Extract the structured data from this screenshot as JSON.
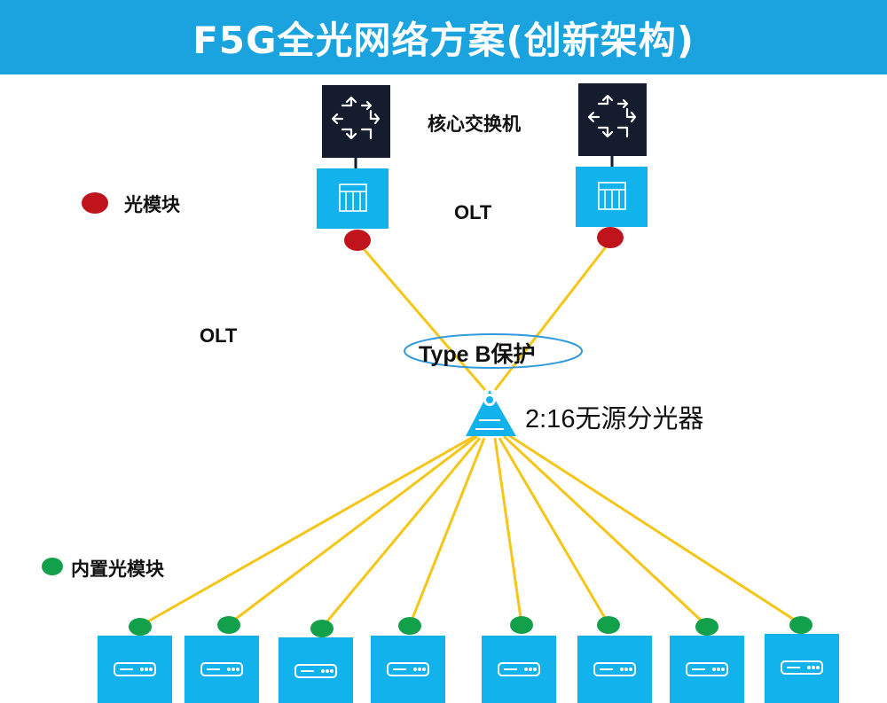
{
  "title": "F5G全光网络方案(创新架构)",
  "labels": {
    "core_switch": "核心交换机",
    "olt_top": "OLT",
    "olt_left": "OLT",
    "optical_module_legend": "光模块",
    "type_b": "Type B保护",
    "splitter": "2:16无源分光器",
    "builtin_module_legend": "内置光模块"
  },
  "colors": {
    "title_bg": "#1aa3de",
    "device_light": "#12b3ec",
    "device_dark": "#141c2e",
    "fiber": "#f5c518",
    "optical_module": "#c0141c",
    "builtin_module": "#12a14a",
    "ellipse": "#3399dd"
  },
  "icons": {
    "switch": "arrows-cross-icon",
    "olt": "grid-box-icon",
    "onu": "router-icon",
    "splitter": "triangle-splitter-icon"
  }
}
